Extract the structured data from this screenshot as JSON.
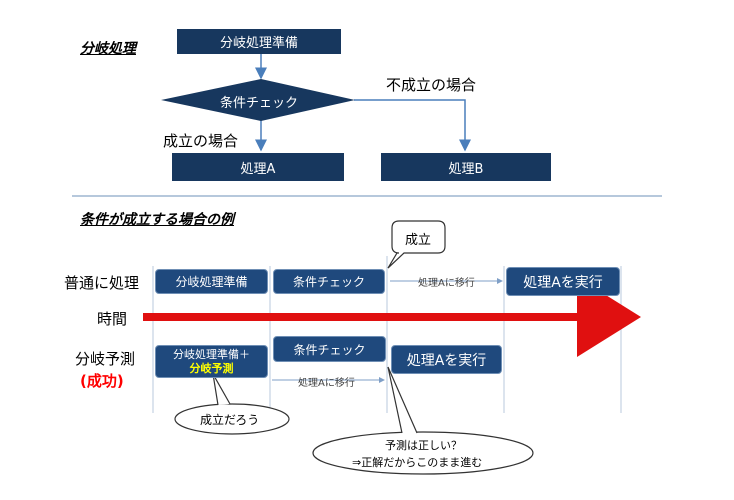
{
  "top": {
    "heading": "分岐処理",
    "prep": "分岐処理準備",
    "condition": "条件チェック",
    "fail_label": "不成立の場合",
    "success_label": "成立の場合",
    "proc_a": "処理A",
    "proc_b": "処理B"
  },
  "bottom": {
    "heading": "条件が成立する場合の例",
    "callout_seiritsu": "成立",
    "row1_label": "普通に処理",
    "row1_prep": "分岐処理準備",
    "row1_check": "条件チェック",
    "row1_move": "処理Aに移行",
    "row1_exec": "処理Aを実行",
    "time_label": "時間",
    "row2_label": "分岐予測",
    "row2_paren_open": "(",
    "row2_success": "成功",
    "row2_paren_close": ")",
    "row2_prep_line1": "分岐処理準備＋",
    "row2_prep_line2": "分岐予測",
    "row2_check": "条件チェック",
    "row2_move": "処理Aに移行",
    "row2_exec": "処理Aを実行",
    "callout_guess": "成立だろう",
    "callout_verify_line1": "予測は正しい？",
    "callout_verify_line2": "⇒正解だからこのまま進む"
  },
  "colors": {
    "box_dark": "#17375e",
    "box_mid": "#1f497d",
    "arrow": "#4a7ebb",
    "time_arrow": "#e01010",
    "highlight": "#ffff00",
    "success": "#ff0000"
  }
}
